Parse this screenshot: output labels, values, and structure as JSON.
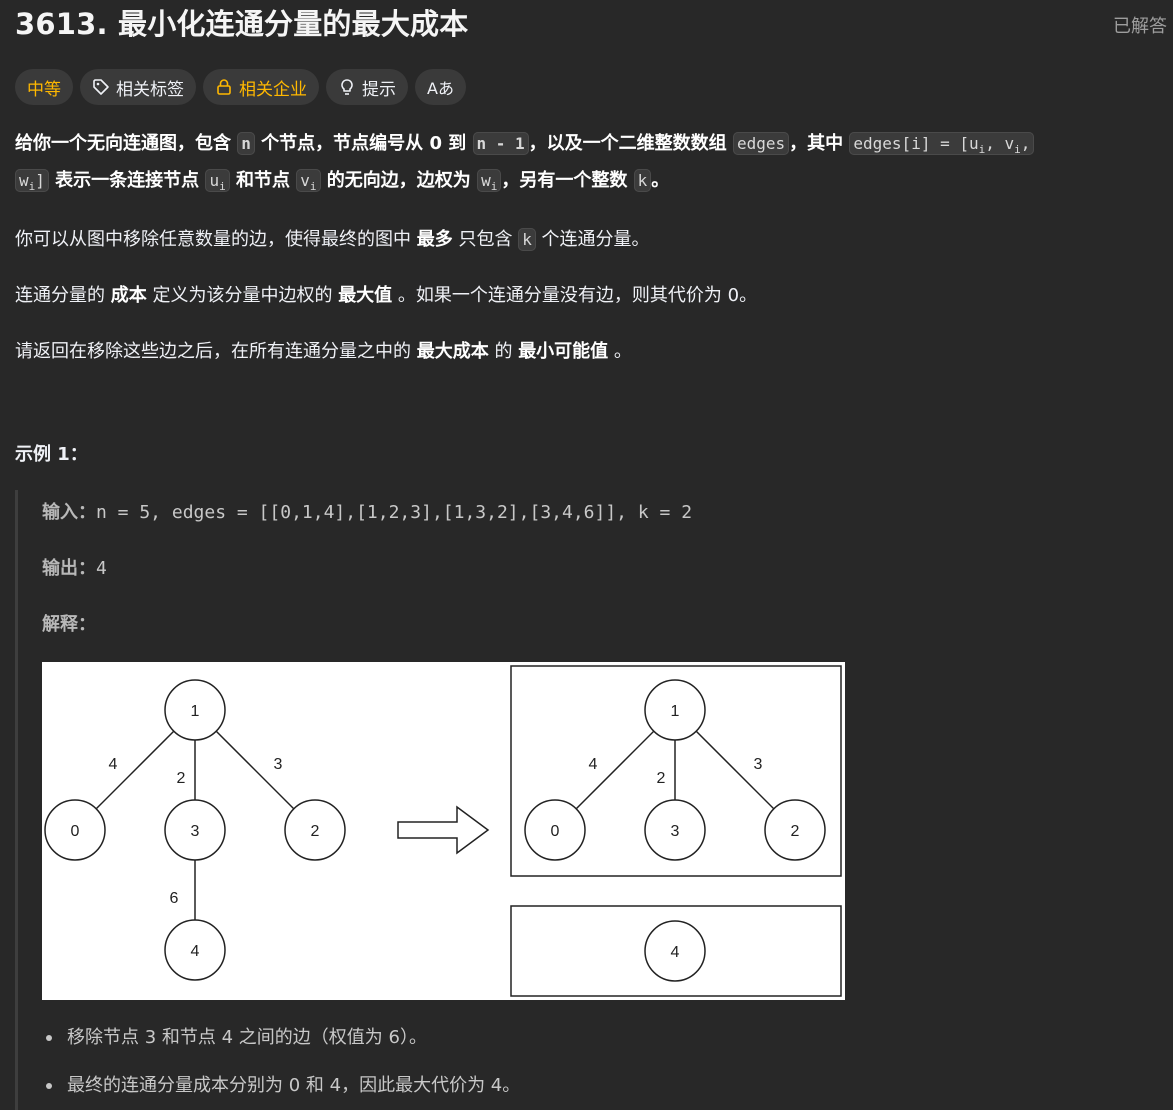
{
  "header": {
    "title": "3613. 最小化连通分量的最大成本",
    "status": "已解答"
  },
  "tags": {
    "difficulty": "中等",
    "related_tags": "相关标签",
    "related_companies": "相关企业",
    "hint": "提示",
    "font_toggle": "Aあ"
  },
  "description": {
    "p1_a": "给你一个无向连通图，包含 ",
    "p1_n": "n",
    "p1_b": " 个节点，节点编号从 0 到 ",
    "p1_n1": "n - 1",
    "p1_c": "，以及一个二维整数数组 ",
    "p1_edges": "edges",
    "p1_d": "，其中 ",
    "p1_edgesi": "edges[i] = [u",
    "p1_i1": "i",
    "p1_v": ", v",
    "p1_i2": "i",
    "p1_comma": ",",
    "p1_w": "w",
    "p1_i3": "i",
    "p1_close": "]",
    "p1_e": " 表示一条连接节点 ",
    "p1_u": "u",
    "p1_i4": "i",
    "p1_f": " 和节点 ",
    "p1_v2": "v",
    "p1_i5": "i",
    "p1_g": " 的无向边，边权为 ",
    "p1_w2": "w",
    "p1_i6": "i",
    "p1_h": "，另有一个整数 ",
    "p1_k": "k",
    "p1_end": "。",
    "p2_a": "你可以从图中移除任意数量的边，使得最终的图中 ",
    "p2_bold": "最多",
    "p2_b": " 只包含 ",
    "p2_k": "k",
    "p2_c": " 个连通分量。",
    "p3_a": "连通分量的 ",
    "p3_bold1": "成本",
    "p3_b": " 定义为该分量中边权的 ",
    "p3_bold2": "最大值",
    "p3_c": " 。如果一个连通分量没有边，则其代价为 0。",
    "p4_a": "请返回在移除这些边之后，在所有连通分量之中的 ",
    "p4_bold1": "最大成本",
    "p4_b": " 的 ",
    "p4_bold2": "最小可能值",
    "p4_c": " 。"
  },
  "example": {
    "title": "示例 1：",
    "input_label": "输入：",
    "input_value": "n = 5, edges = [[0,1,4],[1,2,3],[1,3,2],[3,4,6]], k = 2",
    "output_label": "输出：",
    "output_value": "4",
    "explain_label": "解释：",
    "bullets": [
      "移除节点 3 和节点 4 之间的边（权值为 6）。",
      "最终的连通分量成本分别为 0 和 4，因此最大代价为 4。"
    ],
    "figure": {
      "left_nodes": [
        "1",
        "0",
        "3",
        "2",
        "4"
      ],
      "left_edge_labels": [
        "4",
        "2",
        "3",
        "6"
      ],
      "right_nodes": [
        "1",
        "0",
        "3",
        "2",
        "4"
      ],
      "right_edge_labels": [
        "4",
        "2",
        "3"
      ]
    }
  }
}
